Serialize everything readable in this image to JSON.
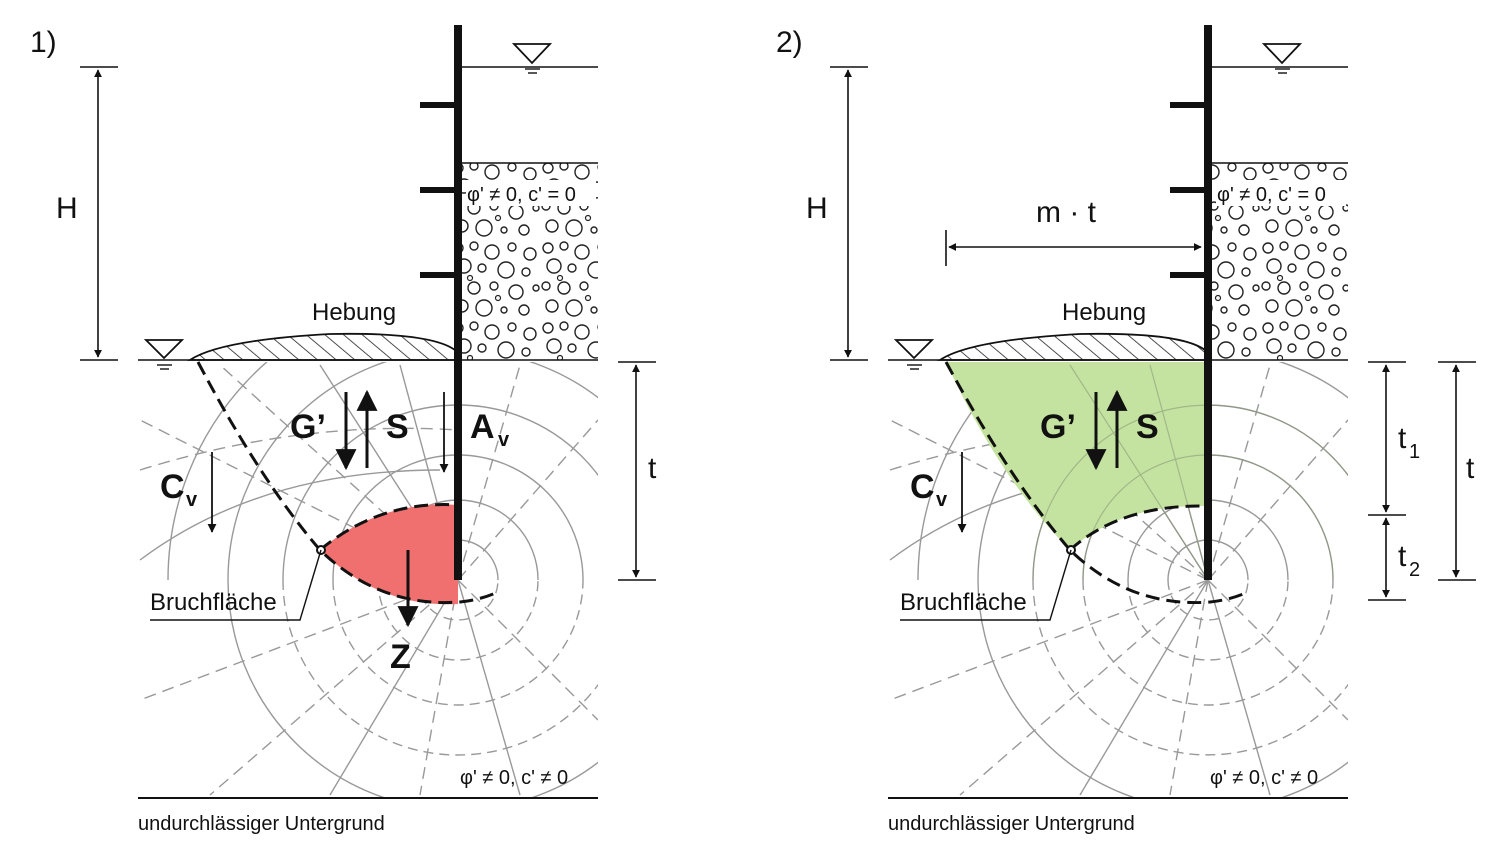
{
  "panels": [
    {
      "number": "1)",
      "H": "H",
      "t": "t",
      "hebung": "Hebung",
      "G": "G’",
      "S": "S",
      "A": "A",
      "A_sub": "v",
      "C": "C",
      "C_sub": "v",
      "Z": "Z",
      "bruchflaeche": "Bruchfläche",
      "soil_top": "φ' ≠ 0, c' = 0",
      "soil_bottom": "φ' ≠ 0, c' ≠ 0",
      "base": "undurchlässiger Untergrund",
      "fill_color": "#f07070"
    },
    {
      "number": "2)",
      "H": "H",
      "t": "t",
      "t1": "t",
      "t1_sub": "1",
      "t2": "t",
      "t2_sub": "2",
      "mt": "m · t",
      "hebung": "Hebung",
      "G": "G’",
      "S": "S",
      "C": "C",
      "C_sub": "v",
      "bruchflaeche": "Bruchfläche",
      "soil_top": "φ' ≠ 0, c' = 0",
      "soil_bottom": "φ' ≠ 0, c' ≠ 0",
      "base": "undurchlässiger Untergrund",
      "fill_color": "#c5e3a0"
    }
  ]
}
